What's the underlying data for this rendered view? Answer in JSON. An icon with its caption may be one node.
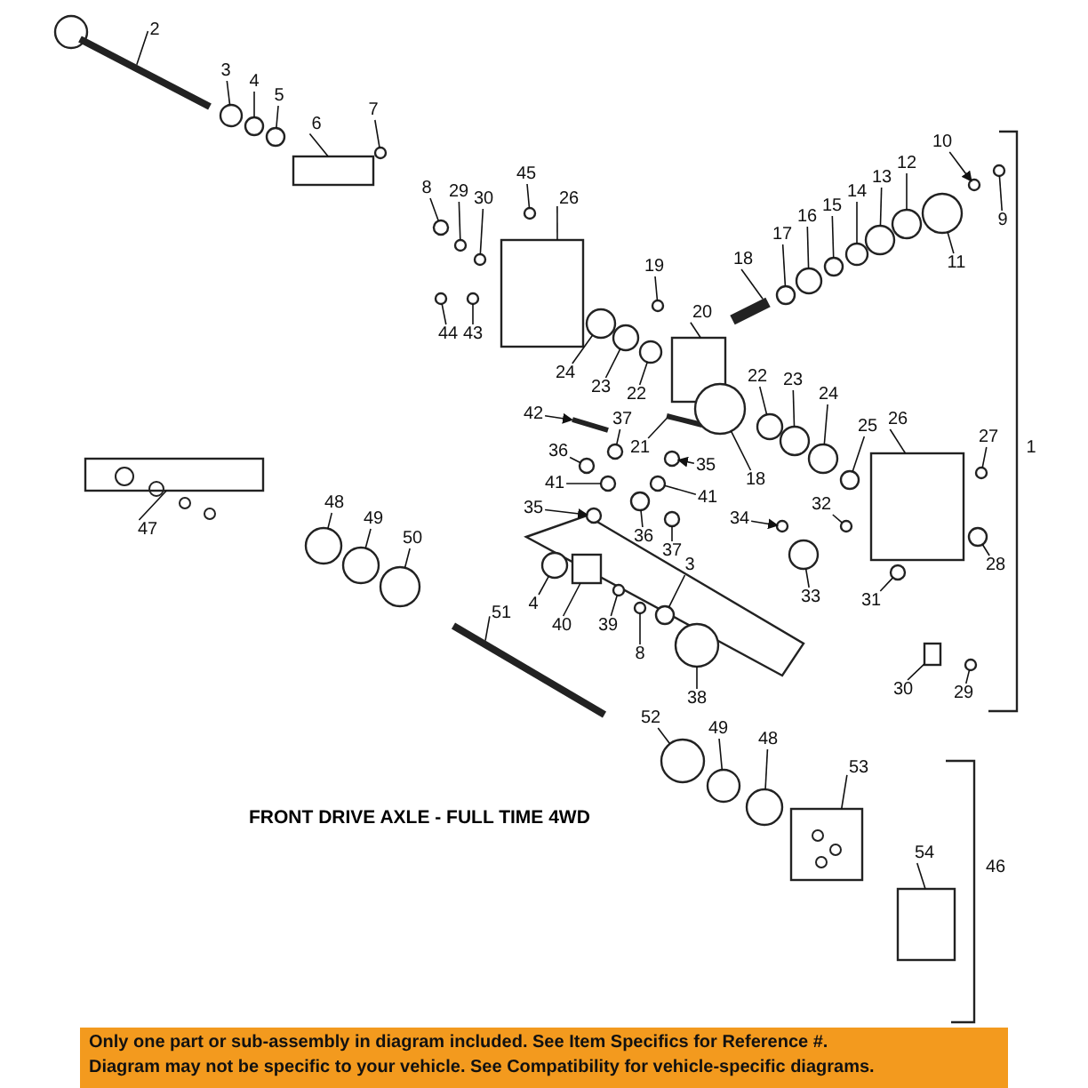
{
  "diagram": {
    "title": "FRONT DRIVE AXLE - FULL TIME 4WD",
    "nodes": [
      {
        "text": [
          "2"
        ]
      },
      {
        "text": [
          "3"
        ]
      },
      {
        "text": [
          "4"
        ]
      },
      {
        "text": [
          "5"
        ]
      },
      {
        "text": [
          "6"
        ]
      },
      {
        "text": [
          "7"
        ]
      },
      {
        "text": [
          "8"
        ]
      },
      {
        "text": [
          "29"
        ]
      },
      {
        "text": [
          "30"
        ]
      },
      {
        "text": [
          "45"
        ]
      },
      {
        "text": [
          "26"
        ]
      },
      {
        "text": [
          "44"
        ]
      },
      {
        "text": [
          "43"
        ]
      },
      {
        "text": [
          "24"
        ]
      },
      {
        "text": [
          "23"
        ]
      },
      {
        "text": [
          "22"
        ]
      },
      {
        "text": [
          "19"
        ]
      },
      {
        "text": [
          "20"
        ]
      },
      {
        "text": [
          "18"
        ]
      },
      {
        "text": [
          "17"
        ]
      },
      {
        "text": [
          "16"
        ]
      },
      {
        "text": [
          "15"
        ]
      },
      {
        "text": [
          "14"
        ]
      },
      {
        "text": [
          "13"
        ]
      },
      {
        "text": [
          "12"
        ]
      },
      {
        "text": [
          "10"
        ]
      },
      {
        "text": [
          "9"
        ]
      },
      {
        "text": [
          "11"
        ]
      },
      {
        "text": [
          "42"
        ]
      },
      {
        "text": [
          "37"
        ]
      },
      {
        "text": [
          "21"
        ]
      },
      {
        "text": [
          "36"
        ]
      },
      {
        "text": [
          "35"
        ]
      },
      {
        "text": [
          "41"
        ]
      },
      {
        "text": [
          "41"
        ]
      },
      {
        "text": [
          "35"
        ]
      },
      {
        "text": [
          "36"
        ]
      },
      {
        "text": [
          "37"
        ]
      },
      {
        "text": [
          "18"
        ]
      },
      {
        "text": [
          "22"
        ]
      },
      {
        "text": [
          "23"
        ]
      },
      {
        "text": [
          "24"
        ]
      },
      {
        "text": [
          "25"
        ]
      },
      {
        "text": [
          "26"
        ]
      },
      {
        "text": [
          "27"
        ]
      },
      {
        "text": [
          "1"
        ]
      },
      {
        "text": [
          "34"
        ]
      },
      {
        "text": [
          "32"
        ]
      },
      {
        "text": [
          "33"
        ]
      },
      {
        "text": [
          "31"
        ]
      },
      {
        "text": [
          "28"
        ]
      },
      {
        "text": [
          "30"
        ]
      },
      {
        "text": [
          "29"
        ]
      },
      {
        "text": [
          "4"
        ]
      },
      {
        "text": [
          "40"
        ]
      },
      {
        "text": [
          "39"
        ]
      },
      {
        "text": [
          "8"
        ]
      },
      {
        "text": [
          "3"
        ]
      },
      {
        "text": [
          "38"
        ]
      },
      {
        "text": [
          "48"
        ]
      },
      {
        "text": [
          "49"
        ]
      },
      {
        "text": [
          "50"
        ]
      },
      {
        "text": [
          "47"
        ]
      },
      {
        "text": [
          "51"
        ]
      },
      {
        "text": [
          "52"
        ]
      },
      {
        "text": [
          "49"
        ]
      },
      {
        "text": [
          "48"
        ]
      },
      {
        "text": [
          "53"
        ]
      },
      {
        "text": [
          "54"
        ]
      },
      {
        "text": [
          "46"
        ]
      },
      {
        "text": [],
        "shape": "bar"
      },
      {
        "text": [],
        "shape": "circle"
      },
      {
        "text": [],
        "shape": "circle"
      },
      {
        "text": [],
        "shape": "circle"
      },
      {
        "text": [],
        "shape": "box"
      },
      {
        "text": [],
        "shape": "circle"
      },
      {
        "text": [],
        "shape": "circle"
      },
      {
        "text": [],
        "shape": "circle"
      },
      {
        "text": [],
        "shape": "circle"
      },
      {
        "text": [],
        "shape": "circle"
      },
      {
        "text": [],
        "shape": "box"
      },
      {
        "text": [],
        "shape": "circle"
      },
      {
        "text": [],
        "shape": "circle"
      },
      {
        "text": [],
        "shape": "circle"
      },
      {
        "text": [],
        "shape": "circle"
      },
      {
        "text": [],
        "shape": "circle"
      },
      {
        "text": [],
        "shape": "circle"
      },
      {
        "text": [],
        "shape": "box"
      },
      {
        "text": [],
        "shape": "bar"
      },
      {
        "text": [],
        "shape": "circle"
      },
      {
        "text": [],
        "shape": "circle"
      },
      {
        "text": [],
        "shape": "circle"
      },
      {
        "text": [],
        "shape": "circle"
      },
      {
        "text": [],
        "shape": "circle"
      },
      {
        "text": [],
        "shape": "circle"
      },
      {
        "text": [],
        "shape": "circle"
      },
      {
        "text": [],
        "shape": "circle"
      },
      {
        "text": [],
        "shape": "circle"
      },
      {
        "text": [],
        "shape": "bar"
      },
      {
        "text": [],
        "shape": "circle"
      },
      {
        "text": [],
        "shape": "bar"
      },
      {
        "text": [],
        "shape": "circle"
      },
      {
        "text": [],
        "shape": "circle"
      },
      {
        "text": [],
        "shape": "circle"
      },
      {
        "text": [],
        "shape": "circle"
      },
      {
        "text": [],
        "shape": "circle"
      },
      {
        "text": [],
        "shape": "circle"
      },
      {
        "text": [],
        "shape": "circle"
      },
      {
        "text": [],
        "shape": "circle"
      },
      {
        "text": [],
        "shape": "circle"
      },
      {
        "text": [],
        "shape": "circle"
      },
      {
        "text": [],
        "shape": "circle"
      },
      {
        "text": [],
        "shape": "circle"
      },
      {
        "text": [],
        "shape": "box"
      },
      {
        "text": [],
        "shape": "circle"
      },
      {
        "text": [],
        "shape": "circle"
      },
      {
        "text": [],
        "shape": "circle"
      },
      {
        "text": [],
        "shape": "circle"
      },
      {
        "text": [],
        "shape": "circle"
      },
      {
        "text": [],
        "shape": "circle"
      },
      {
        "text": [],
        "shape": "box"
      },
      {
        "text": [],
        "shape": "circle"
      },
      {
        "text": [],
        "shape": "circle"
      },
      {
        "text": [],
        "shape": "box"
      },
      {
        "text": [],
        "shape": "circle"
      },
      {
        "text": [],
        "shape": "circle"
      },
      {
        "text": [],
        "shape": "circle"
      },
      {
        "text": [],
        "shape": "circle"
      },
      {
        "text": [],
        "shape": "circle"
      },
      {
        "text": [],
        "shape": "circle"
      },
      {
        "text": [],
        "shape": "circle"
      },
      {
        "text": [],
        "shape": "box"
      },
      {
        "text": [],
        "shape": "bar"
      },
      {
        "text": [],
        "shape": "circle"
      },
      {
        "text": [],
        "shape": "circle"
      },
      {
        "text": [],
        "shape": "circle"
      },
      {
        "text": [],
        "shape": "box"
      },
      {
        "text": [],
        "shape": "box"
      }
    ],
    "edges": [
      {
        "from": 0,
        "to": 70,
        "arrow": "none"
      },
      {
        "from": 1,
        "to": 71,
        "arrow": "none"
      },
      {
        "from": 2,
        "to": 72,
        "arrow": "none"
      },
      {
        "from": 3,
        "to": 73,
        "arrow": "none"
      },
      {
        "from": 4,
        "to": 74,
        "arrow": "none"
      },
      {
        "from": 5,
        "to": 75,
        "arrow": "none"
      },
      {
        "from": 6,
        "to": 76,
        "arrow": "none"
      },
      {
        "from": 7,
        "to": 77,
        "arrow": "none"
      },
      {
        "from": 8,
        "to": 78,
        "arrow": "none"
      },
      {
        "from": 9,
        "to": 79,
        "arrow": "none"
      },
      {
        "from": 10,
        "to": 80,
        "arrow": "none"
      },
      {
        "from": 11,
        "to": 81,
        "arrow": "none"
      },
      {
        "from": 12,
        "to": 82,
        "arrow": "none"
      },
      {
        "from": 13,
        "to": 83,
        "arrow": "none"
      },
      {
        "from": 14,
        "to": 84,
        "arrow": "none"
      },
      {
        "from": 15,
        "to": 85,
        "arrow": "none"
      },
      {
        "from": 16,
        "to": 86,
        "arrow": "none"
      },
      {
        "from": 17,
        "to": 87,
        "arrow": "none"
      },
      {
        "from": 18,
        "to": 88,
        "arrow": "none"
      },
      {
        "from": 19,
        "to": 89,
        "arrow": "none"
      },
      {
        "from": 20,
        "to": 90,
        "arrow": "none"
      },
      {
        "from": 21,
        "to": 91,
        "arrow": "none"
      },
      {
        "from": 22,
        "to": 92,
        "arrow": "none"
      },
      {
        "from": 23,
        "to": 93,
        "arrow": "none"
      },
      {
        "from": 24,
        "to": 94,
        "arrow": "none"
      },
      {
        "from": 25,
        "to": 95,
        "arrow": "to"
      },
      {
        "from": 26,
        "to": 96,
        "arrow": "none"
      },
      {
        "from": 27,
        "to": 97,
        "arrow": "none"
      },
      {
        "from": 28,
        "to": 98,
        "arrow": "to"
      },
      {
        "from": 29,
        "to": 99,
        "arrow": "none"
      },
      {
        "from": 30,
        "to": 100,
        "arrow": "none"
      },
      {
        "from": 31,
        "to": 101,
        "arrow": "none"
      },
      {
        "from": 32,
        "to": 102,
        "arrow": "to"
      },
      {
        "from": 33,
        "to": 103,
        "arrow": "none"
      },
      {
        "from": 34,
        "to": 104,
        "arrow": "none"
      },
      {
        "from": 35,
        "to": 105,
        "arrow": "to"
      },
      {
        "from": 36,
        "to": 106,
        "arrow": "none"
      },
      {
        "from": 37,
        "to": 107,
        "arrow": "none"
      },
      {
        "from": 38,
        "to": 108,
        "arrow": "none"
      },
      {
        "from": 39,
        "to": 109,
        "arrow": "none"
      },
      {
        "from": 40,
        "to": 110,
        "arrow": "none"
      },
      {
        "from": 41,
        "to": 111,
        "arrow": "none"
      },
      {
        "from": 42,
        "to": 112,
        "arrow": "none"
      },
      {
        "from": 43,
        "to": 113,
        "arrow": "none"
      },
      {
        "from": 44,
        "to": 114,
        "arrow": "none"
      },
      {
        "from": 46,
        "to": 115,
        "arrow": "to"
      },
      {
        "from": 47,
        "to": 116,
        "arrow": "none"
      },
      {
        "from": 48,
        "to": 117,
        "arrow": "none"
      },
      {
        "from": 49,
        "to": 118,
        "arrow": "none"
      },
      {
        "from": 50,
        "to": 119,
        "arrow": "none"
      },
      {
        "from": 51,
        "to": 120,
        "arrow": "none"
      },
      {
        "from": 52,
        "to": 121,
        "arrow": "none"
      },
      {
        "from": 53,
        "to": 122,
        "arrow": "none"
      },
      {
        "from": 54,
        "to": 123,
        "arrow": "none"
      },
      {
        "from": 55,
        "to": 124,
        "arrow": "none"
      },
      {
        "from": 56,
        "to": 125,
        "arrow": "none"
      },
      {
        "from": 57,
        "to": 126,
        "arrow": "none"
      },
      {
        "from": 58,
        "to": 127,
        "arrow": "none"
      },
      {
        "from": 59,
        "to": 128,
        "arrow": "none"
      },
      {
        "from": 60,
        "to": 129,
        "arrow": "none"
      },
      {
        "from": 61,
        "to": 130,
        "arrow": "none"
      },
      {
        "from": 62,
        "to": 131,
        "arrow": "none"
      },
      {
        "from": 63,
        "to": 132,
        "arrow": "none"
      },
      {
        "from": 64,
        "to": 133,
        "arrow": "none"
      },
      {
        "from": 65,
        "to": 134,
        "arrow": "none"
      },
      {
        "from": 66,
        "to": 135,
        "arrow": "none"
      },
      {
        "from": 67,
        "to": 136,
        "arrow": "none"
      },
      {
        "from": 68,
        "to": 137,
        "arrow": "none"
      }
    ],
    "labels": [
      "Only one part or sub-assembly in diagram included. See Item Specifics for Reference #.",
      "Diagram may not be specific to your vehicle. See Compatibility for vehicle-specific diagrams."
    ]
  }
}
